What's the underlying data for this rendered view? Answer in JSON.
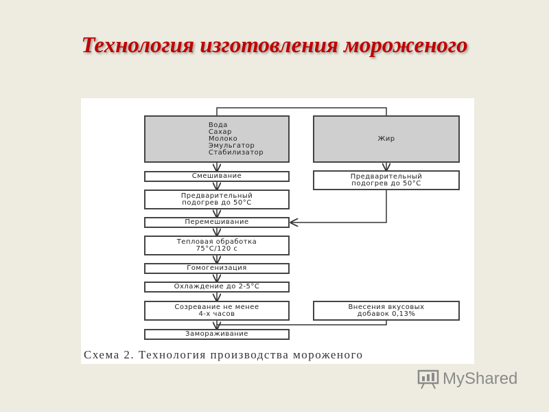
{
  "slide": {
    "title": "Технология изготовления мороженого"
  },
  "diagram": {
    "ingredients": "Вода\nСахар\nМолоко\nЭмульгатор\nСтабилизатор",
    "fat": "Жир",
    "steps": [
      "Смешивание",
      "Предварительный\nподогрев до 50°С",
      "Перемешивание",
      "Тепловая обработка\n75°С/120 с",
      "Гомогенизация",
      "Охлаждение до 2-5°С",
      "Созревание не менее\n4-х часов",
      "Замораживание"
    ],
    "fat_preheat": "Предварительный\nподогрев до 50°С",
    "flavor": "Внесения вкусовых\nдобавок 0,13%",
    "caption": "Схема 2. Технология производства мороженого"
  },
  "watermark": {
    "text": "MyShared",
    "icon": "presentation-board-icon"
  }
}
